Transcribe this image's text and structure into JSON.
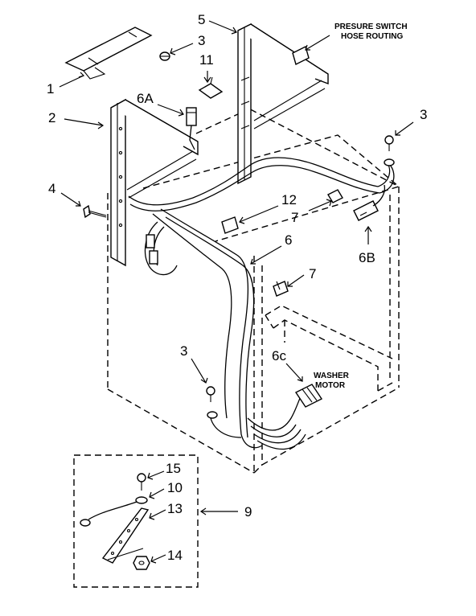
{
  "notes": {
    "hose_routing_line1": "PRESURE SWITCH",
    "hose_routing_line2": "HOSE ROUTING",
    "motor_line1": "WASHER",
    "motor_line2": "MOTOR"
  },
  "callouts": {
    "c1": "1",
    "c2": "2",
    "c3a": "3",
    "c3b": "3",
    "c3c": "3",
    "c4": "4",
    "c5": "5",
    "c6": "6",
    "c6a": "6A",
    "c6b": "6B",
    "c6c": "6c",
    "c7a": "7",
    "c7b": "7",
    "c9": "9",
    "c10": "10",
    "c11": "11",
    "c12": "12",
    "c13": "13",
    "c14": "14",
    "c15": "15"
  }
}
